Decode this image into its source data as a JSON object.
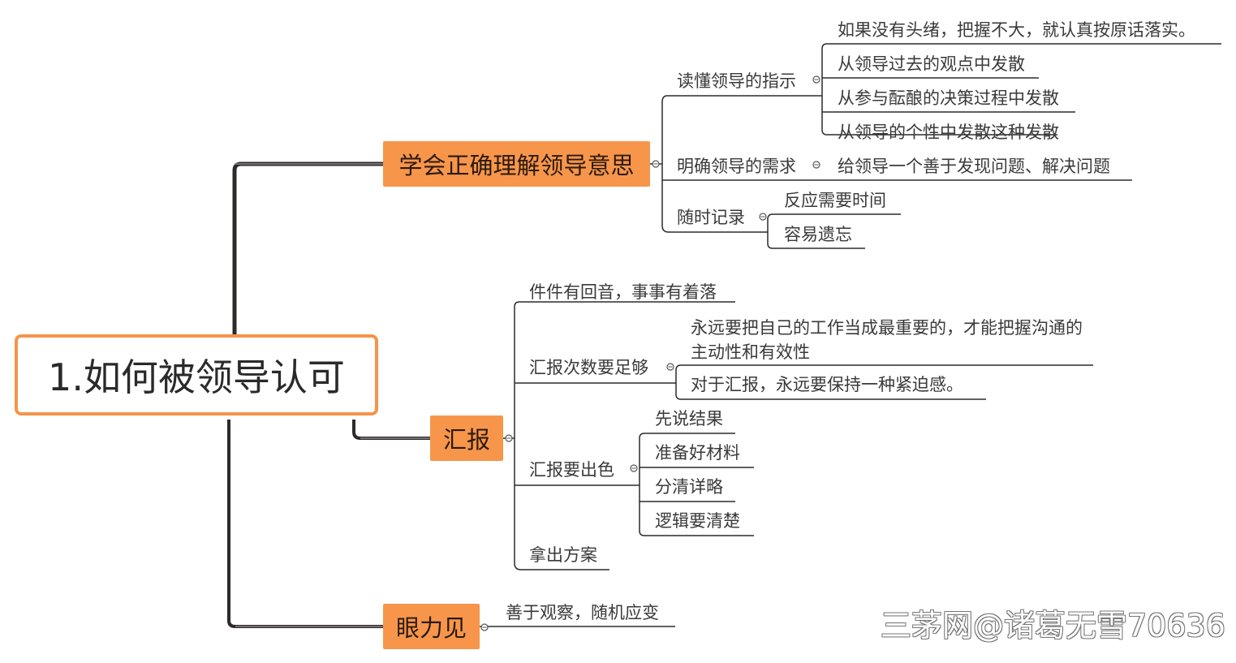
{
  "root": {
    "label": "1.如何被领导认可"
  },
  "branches": {
    "understand": {
      "label": "学会正确理解领导意思",
      "read": {
        "label": "读懂领导的指示",
        "items": [
          "如果没有头绪，把握不大，就认真按原话落实。",
          "从领导过去的观点中发散",
          "从参与酝酿的决策过程中发散",
          "从领导的个性中发散这种发散"
        ]
      },
      "needs": {
        "label": "明确领导的需求",
        "items": [
          "给领导一个善于发现问题、解决问题"
        ]
      },
      "record": {
        "label": "随时记录",
        "items": [
          "反应需要时间",
          "容易遗忘"
        ]
      }
    },
    "report": {
      "label": "汇报",
      "echo": "件件有回音，事事有着落",
      "count": {
        "label": "汇报次数要足够",
        "items": [
          "永远要把自己的工作当成最重要的，才能把握沟通的主动性和有效性",
          "对于汇报，永远要保持一种紧迫感。"
        ]
      },
      "excel": {
        "label": "汇报要出色",
        "items": [
          "先说结果",
          "准备好材料",
          "分清详略",
          "逻辑要清楚"
        ]
      },
      "plan": "拿出方案"
    },
    "insight": {
      "label": "眼力见",
      "items": [
        "善于观察，随机应变"
      ]
    }
  },
  "watermark": "三茅网@诸葛无雪70636",
  "colors": {
    "accent": "#f7964a",
    "root_border": "#f5944a",
    "trunk": "#2f2a2a"
  }
}
